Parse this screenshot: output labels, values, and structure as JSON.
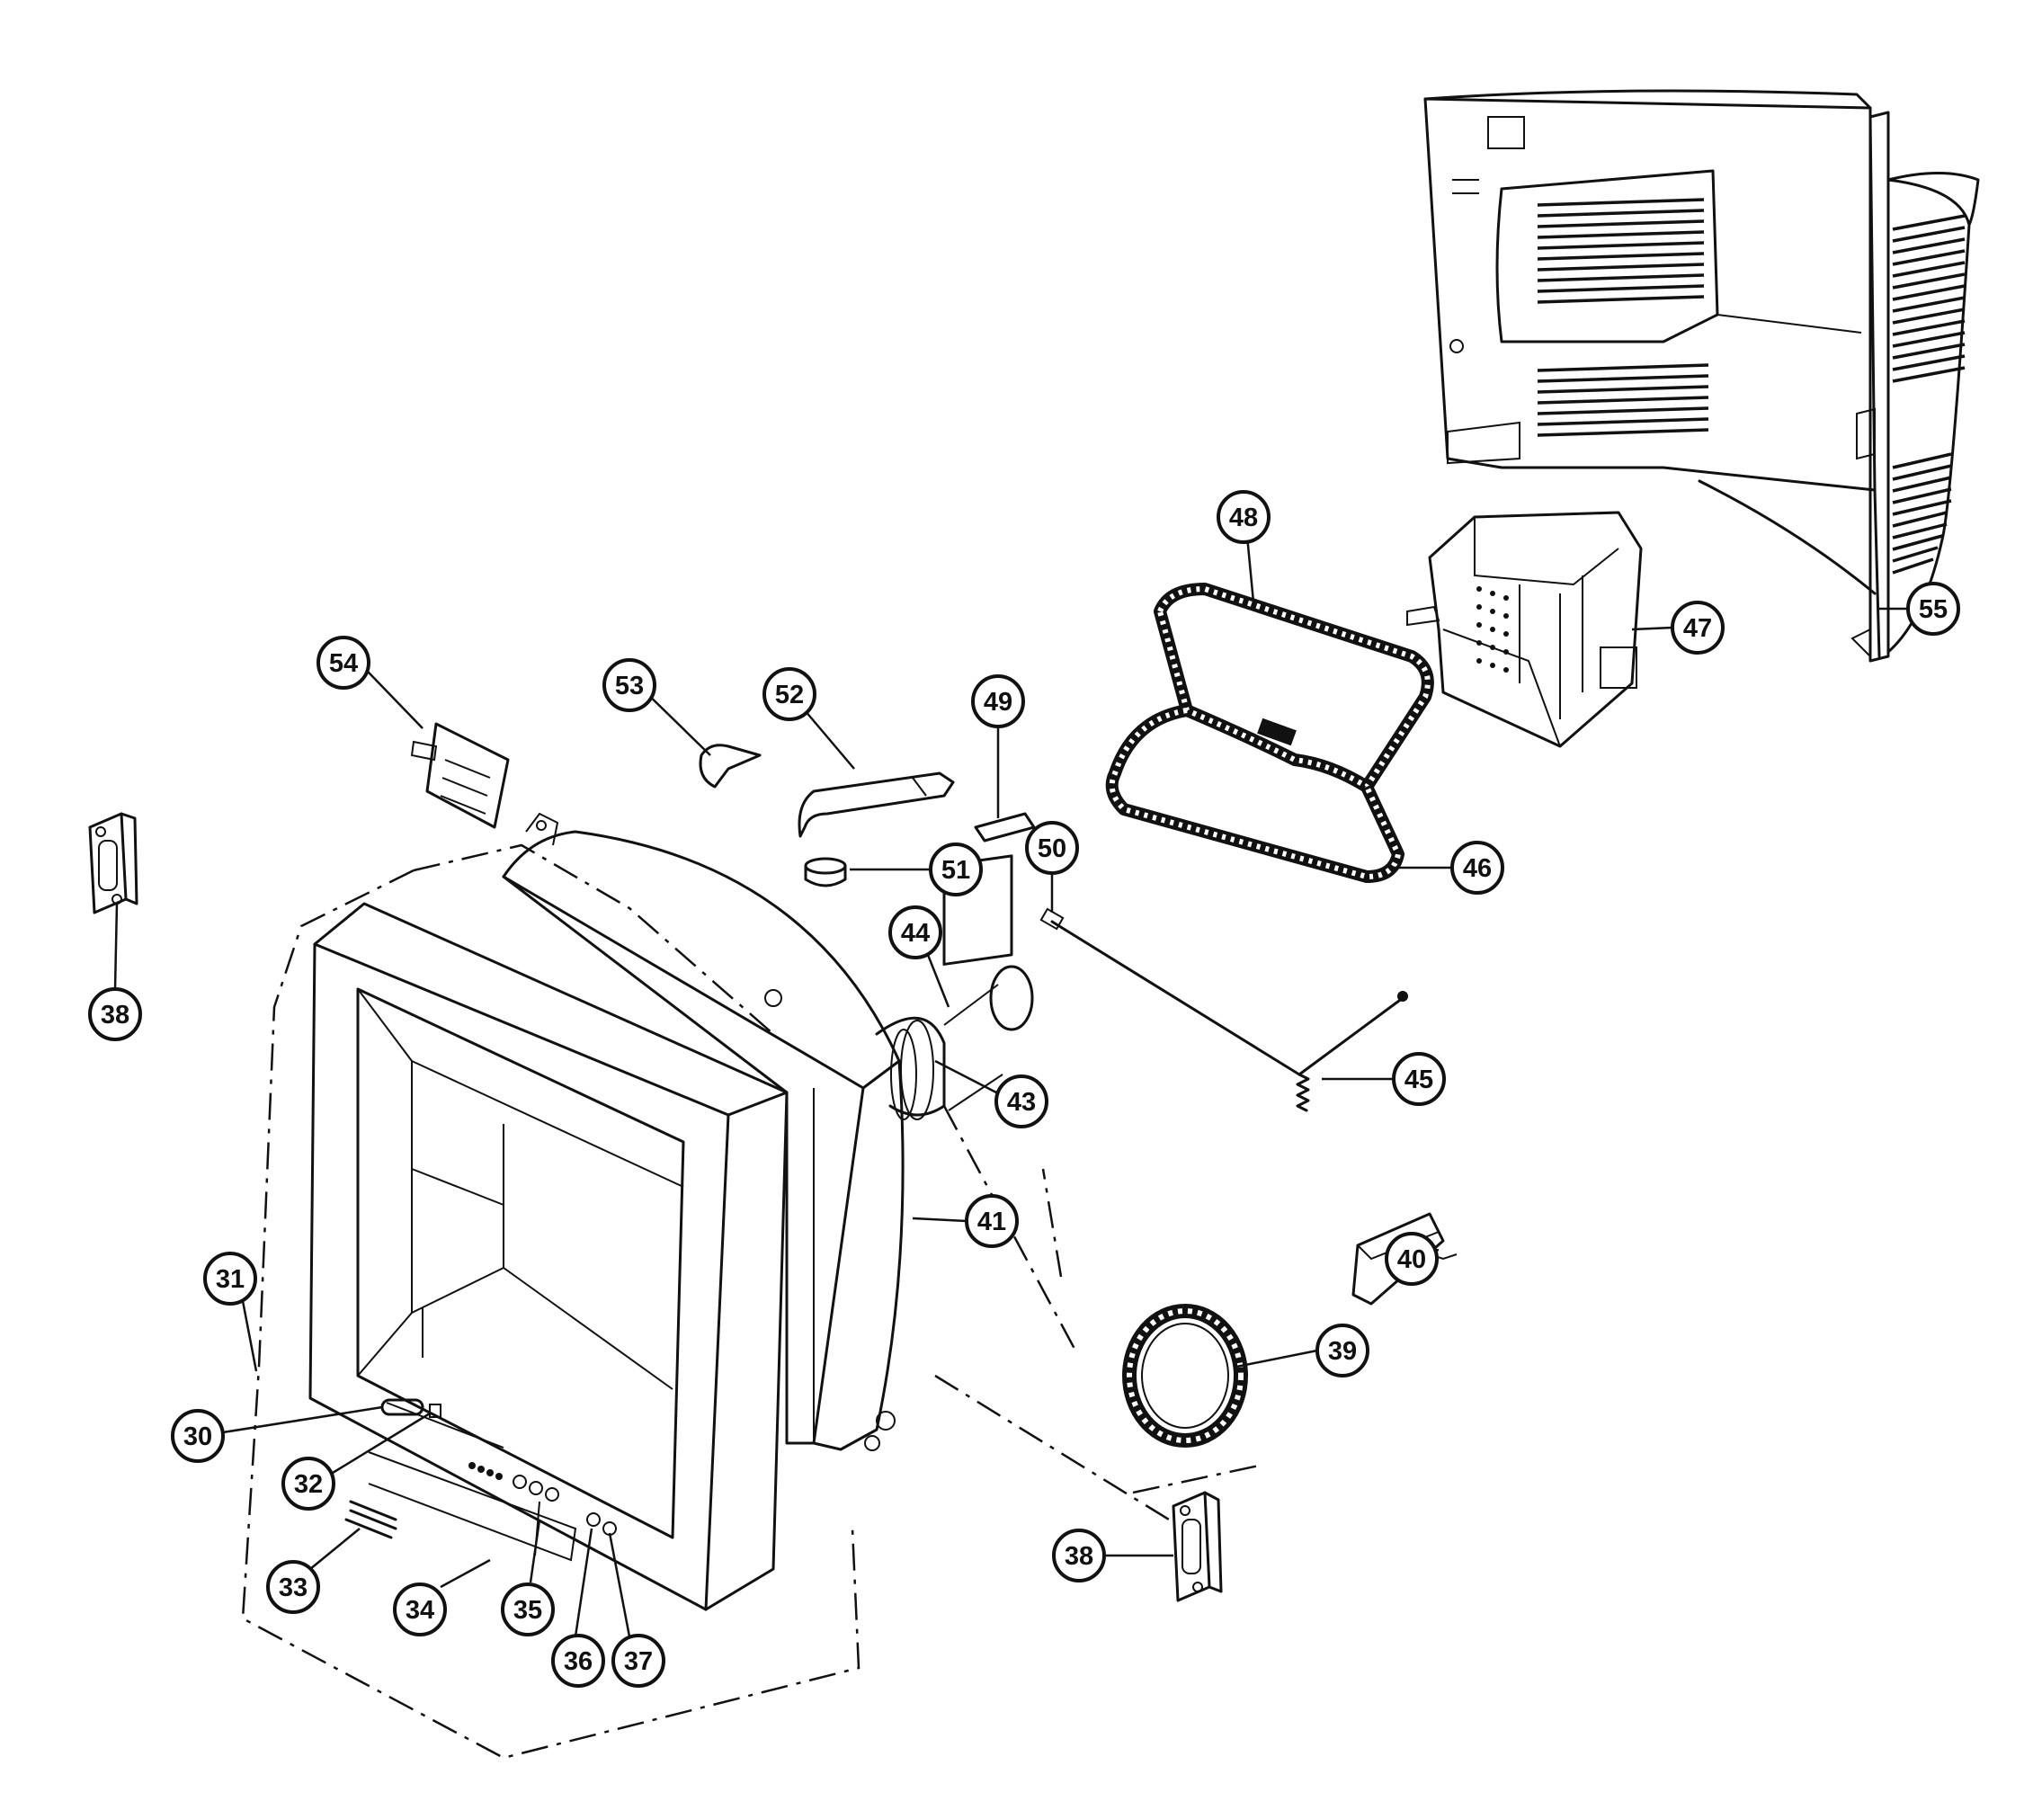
{
  "diagram": {
    "colors": {
      "background": "#ffffff",
      "ink": "#111111"
    },
    "callouts": [
      {
        "id": "30",
        "label": "30"
      },
      {
        "id": "31",
        "label": "31"
      },
      {
        "id": "32",
        "label": "32"
      },
      {
        "id": "33",
        "label": "33"
      },
      {
        "id": "34",
        "label": "34"
      },
      {
        "id": "35",
        "label": "35"
      },
      {
        "id": "36",
        "label": "36"
      },
      {
        "id": "37",
        "label": "37"
      },
      {
        "id": "38a",
        "label": "38"
      },
      {
        "id": "38b",
        "label": "38"
      },
      {
        "id": "39",
        "label": "39"
      },
      {
        "id": "40",
        "label": "40"
      },
      {
        "id": "41",
        "label": "41"
      },
      {
        "id": "43",
        "label": "43"
      },
      {
        "id": "44",
        "label": "44"
      },
      {
        "id": "45",
        "label": "45"
      },
      {
        "id": "46",
        "label": "46"
      },
      {
        "id": "47",
        "label": "47"
      },
      {
        "id": "48",
        "label": "48"
      },
      {
        "id": "49",
        "label": "49"
      },
      {
        "id": "50",
        "label": "50"
      },
      {
        "id": "51",
        "label": "51"
      },
      {
        "id": "52",
        "label": "52"
      },
      {
        "id": "53",
        "label": "53"
      },
      {
        "id": "54",
        "label": "54"
      },
      {
        "id": "55",
        "label": "55"
      }
    ]
  }
}
